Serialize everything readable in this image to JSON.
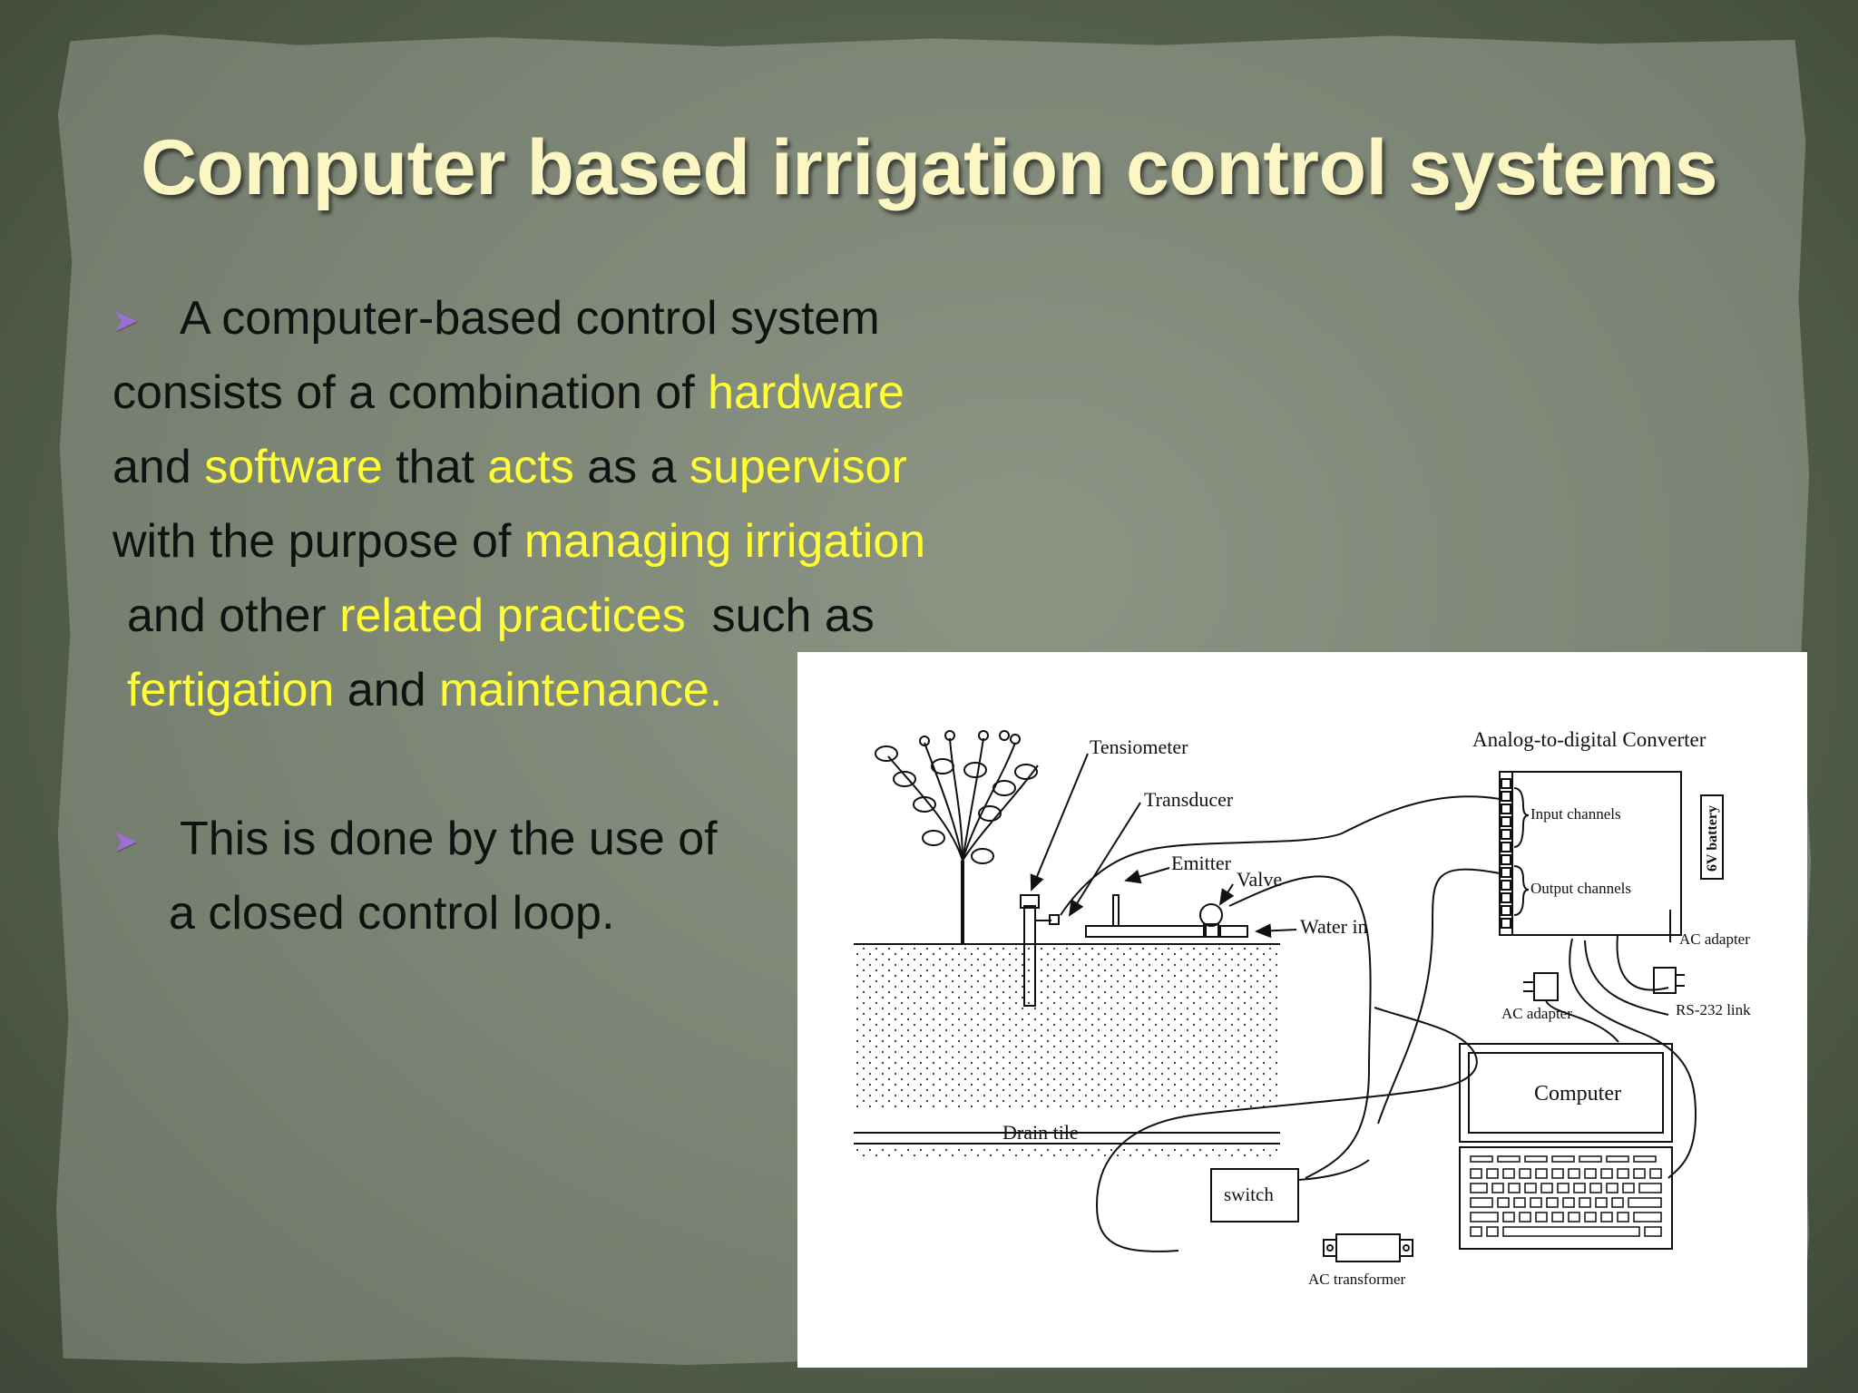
{
  "slide": {
    "title": "Computer based irrigation control systems",
    "bullet1": {
      "l1": "A computer-based control system",
      "l2a": "consists of a combination of ",
      "l2b": "hardware",
      "l3a": "and ",
      "l3b": "software",
      "l3c": " that ",
      "l3d": "acts",
      "l3e": " as a ",
      "l3f": "supervisor",
      "l4a": "with the purpose of ",
      "l4b": "managing irrigation",
      "l5a": "and other ",
      "l5b": "related practices",
      "l5c": "  such as",
      "l6a": "fertigation",
      "l6b": " and ",
      "l6c": "maintenance."
    },
    "bullet2": {
      "l1": "This is done by the use of",
      "l2": "a closed control loop."
    },
    "bullet_icon": "arrowhead-bullet-icon",
    "colors": {
      "title": "#fbf6c2",
      "highlight": "#ffff33",
      "text": "#111111",
      "bullet": "#9b6fd6"
    }
  },
  "diagram": {
    "labels": {
      "tensiometer": "Tensiometer",
      "transducer": "Transducer",
      "emitter": "Emitter",
      "valve": "Valve",
      "water_in": "Water in",
      "adc": "Analog-to-digital Converter",
      "input_channels": "Input channels",
      "output_channels": "Output channels",
      "battery": "6V battery",
      "ac_adapter_1": "AC adapter",
      "ac_adapter_2": "AC adapter",
      "rs232": "RS-232 link",
      "computer": "Computer",
      "drain_tile": "Drain tile",
      "switch": "switch",
      "ac_transformer": "AC transformer"
    }
  }
}
